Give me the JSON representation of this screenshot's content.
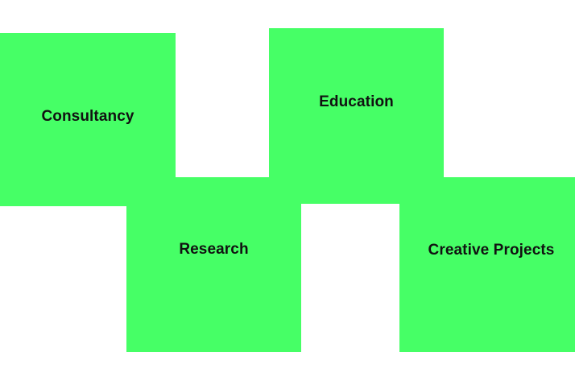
{
  "colors": {
    "tile": "#46ff66",
    "text": "#111111",
    "background": "#ffffff"
  },
  "tiles": [
    {
      "label": "Consultancy"
    },
    {
      "label": "Education"
    },
    {
      "label": "Research"
    },
    {
      "label": "Creative Projects"
    }
  ]
}
